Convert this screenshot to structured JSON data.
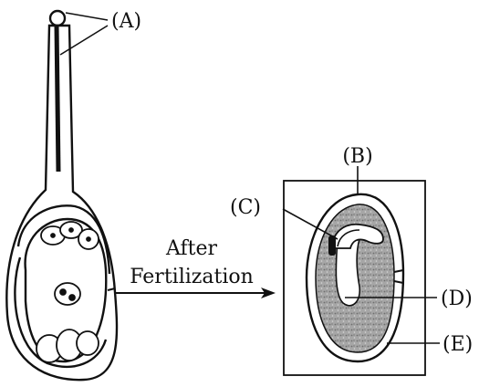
{
  "labels": {
    "A": "(A)",
    "B": "(B)",
    "C": "(C)",
    "D": "(D)",
    "E": "(E)"
  },
  "caption": {
    "line1": "After",
    "line2": "Fertilization"
  },
  "colors": {
    "ink": "#111111",
    "background": "#ffffff",
    "endosperm": "#9a9a9a"
  },
  "parts": {
    "left": "pistil with pollen tube and embryo sac",
    "right": "developing seed with embryo, endosperm and seed coat"
  }
}
